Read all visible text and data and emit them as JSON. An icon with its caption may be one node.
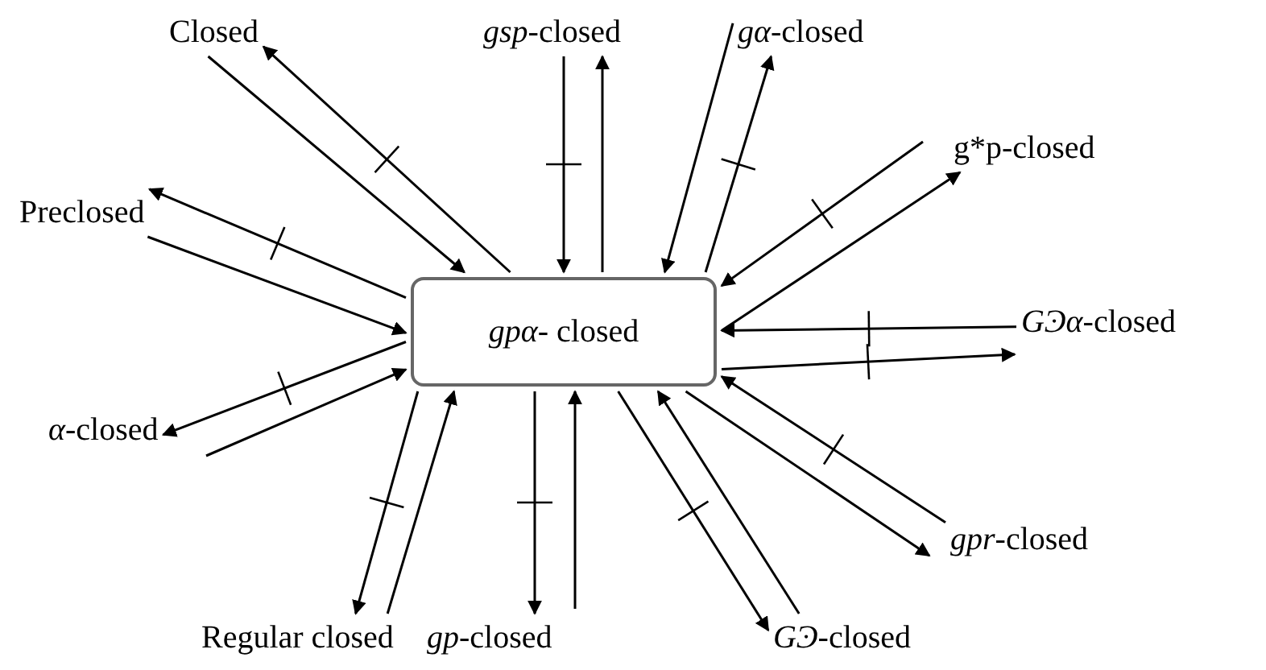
{
  "diagram": {
    "nodes": [
      {
        "text": [
          "Closed"
        ]
      },
      {
        "text": [
          "*gsp*-closed"
        ]
      },
      {
        "text": [
          "*gα*-closed"
        ]
      },
      {
        "text": [
          "g*p-closed"
        ]
      },
      {
        "text": [
          "Preclosed"
        ]
      },
      {
        "text": [
          "*gpα*- closed"
        ]
      },
      {
        "text": [
          "*GϿα*-closed"
        ]
      },
      {
        "text": [
          "*α*-closed"
        ]
      },
      {
        "text": [
          "*gpr*-closed"
        ]
      },
      {
        "text": [
          "Regular closed"
        ]
      },
      {
        "text": [
          "*gp*-closed"
        ]
      },
      {
        "text": [
          "*GϿ*-closed"
        ]
      }
    ],
    "edges": [
      {
        "from": 5,
        "to": 0,
        "arrow": "to"
      },
      {
        "from": 0,
        "to": 5,
        "arrow": "to"
      },
      {
        "from": 5,
        "to": 4,
        "arrow": "to"
      },
      {
        "from": 4,
        "to": 5,
        "arrow": "to"
      },
      {
        "from": 1,
        "to": 5,
        "arrow": "to"
      },
      {
        "from": 5,
        "to": 1,
        "arrow": "to"
      },
      {
        "from": 2,
        "to": 5,
        "arrow": "to"
      },
      {
        "from": 5,
        "to": 2,
        "arrow": "to"
      },
      {
        "from": 3,
        "to": 5,
        "arrow": "to"
      },
      {
        "from": 5,
        "to": 3,
        "arrow": "to"
      },
      {
        "from": 6,
        "to": 5,
        "arrow": "to"
      },
      {
        "from": 5,
        "to": 6,
        "arrow": "to"
      },
      {
        "from": 8,
        "to": 5,
        "arrow": "to"
      },
      {
        "from": 5,
        "to": 8,
        "arrow": "to"
      },
      {
        "from": 5,
        "to": 11,
        "arrow": "to"
      },
      {
        "from": 11,
        "to": 5,
        "arrow": "to"
      },
      {
        "from": 5,
        "to": 10,
        "arrow": "to"
      },
      {
        "from": 10,
        "to": 5,
        "arrow": "to"
      },
      {
        "from": 5,
        "to": 9,
        "arrow": "to"
      },
      {
        "from": 9,
        "to": 5,
        "arrow": "to"
      },
      {
        "from": 5,
        "to": 7,
        "arrow": "to"
      },
      {
        "from": 7,
        "to": 5,
        "arrow": "to"
      }
    ]
  }
}
